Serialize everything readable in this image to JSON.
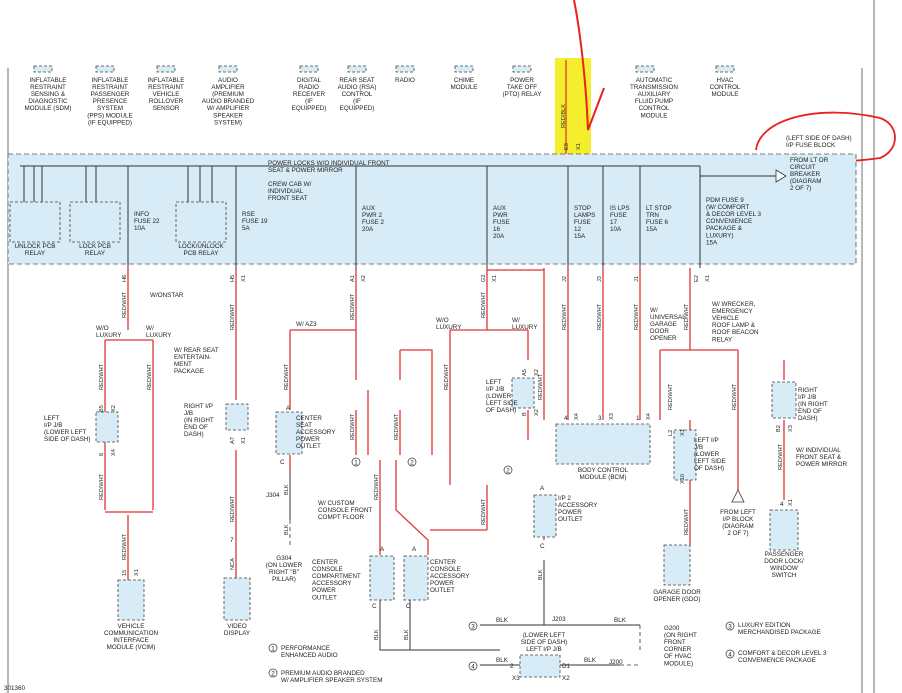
{
  "top_modules": [
    "INFLATABLE\nRESTRAINT\nSENSING &\nDIAGNOSTIC\nMODULE (SDM)",
    "INFLATABLE\nRESTRAINT\nPASSENGER\nPRESENCE\nSYSTEM\n(PPS) MODULE\n(IF EQUIPPED)",
    "INFLATABLE\nRESTRAINT\nVEHICLE\nROLLOVER\nSENSOR",
    "AUDIO\nAMPLIFIER\n(PREMIUM\nAUDIO BRANDED\nW/ AMPLIFIER\nSPEAKER\nSYSTEM)",
    "DIGITAL\nRADIO\nRECEIVER\n(IF\nEQUIPPED)",
    "REAR SEAT\nAUDIO (RSA)\nCONTROL\n(IF\nEQUIPPED)",
    "RADIO",
    "CHIME\nMODULE",
    "POWER\nTAKE OFF\n(PTO) RELAY",
    "AUTOMATIC\nTRANSMISSION\nAUXILIARY\nFLUID PUMP\nCONTROL\nMODULE",
    "HVAC\nCONTROL\nMODULE"
  ],
  "fuse_block_note": "(LEFT SIDE OF DASH)\nI/P FUSE BLOCK",
  "top_feed": {
    "wire": "RED/BLK",
    "pin": "X1",
    "cavity": "E3"
  },
  "bus_labels": {
    "power_locks": "POWER LOCKS W/O INDIVIDUAL FRONT\nSEAT & POWER MIRROR",
    "crew_cab": "CREW CAB W/\nINDIVIDUAL\nFRONT SEAT",
    "circuit_breaker": "FROM LT OR\nCIRCUIT\nBREAKER\n(DIAGRAM\n2 OF 7)"
  },
  "relays": [
    "UNLOCK PCB\nRELAY",
    "LOCK PCB\nRELAY",
    "LOCK/UNLOCK\nPCB RELAY"
  ],
  "fuses": [
    "INFO\nFUSE 22\n10A",
    "RSE\nFUSE 19\n5A",
    "AUX\nPWR 2\nFUSE 2\n20A",
    "AUX\nPWR\nFUSE\n16\n20A",
    "STOP\nLAMPS\nFUSE\n12\n15A",
    "IS LPS\nFUSE\n17\n10A",
    "LT STOP\nTRN\nFUSE 6\n15A",
    "PDM FUSE 9\n(W/ COMFORT\n& DECOR LEVEL 3\nCONVENIENCE\nPACKAGE &\nLUXURY)\n15A"
  ],
  "connector_ids": {
    "info": "H6",
    "rse": "H5",
    "aux2": "A1",
    "aux": "G2",
    "stop": "J2",
    "islps": "J3",
    "ltstop": "J1",
    "pdm": "E2",
    "x": "X1",
    "x3": "X3",
    "x4": "X4",
    "x2": "X2",
    "b5": "B5",
    "a5": "A5",
    "a7": "A7",
    "b2": "B2",
    "l2": "L2",
    "x10": "X10",
    "d1": "D1",
    "n6": "6",
    "n4": "4",
    "n3": "3",
    "n1": "1",
    "n7": "7",
    "n15": "15",
    "n2": "2",
    "a": "A",
    "b": "B",
    "c": "C",
    "nca": "NCA"
  },
  "wire_colors": {
    "red_wht": "RED/WHT",
    "blk": "BLK"
  },
  "wire_notes": {
    "onstar": "W/ONSTAR",
    "wo_luxury": "W/O\nLUXURY",
    "w_luxury": "W/\nLUXURY",
    "rear_seat_ent": "W/ REAR SEAT\nENTERTAIN-\nMENT\nPACKAGE",
    "az3": "W/ AZ3",
    "custom_console": "W/ CUSTOM\nCONSOLE FRONT\nCOMPT FLOOR",
    "universal_garage": "W/\nUNIVERSAL\nGARAGE\nDOOR\nOPENER",
    "wrecker": "W/ WRECKER,\nEMERGENCY\nVEHICLE\nROOF LAMP &\nROOF BEACON\nRELAY",
    "indiv_front_seat": "W/ INDIVIDUAL\nFRONT SEAT &\nPOWER MIRROR"
  },
  "components": {
    "left_jb": "LEFT\nI/P J/B\n(LOWER LEFT\nSIDE OF DASH)",
    "right_jb": "RIGHT I/P\nJ/B\n(IN RIGHT\nEND OF\nDASH)",
    "center_seat": "CENTER\nSEAT\nACCESSORY\nPOWER\nOUTLET",
    "left_jb_mid": "LEFT\nI/P J/B\n(LOWER\nLEFT SIDE\nOF DASH)",
    "bcm": "BODY CONTROL\nMODULE (BCM)",
    "left_jb_right": "LEFT I/P\nJ/B\n(LOWER\nLEFT SIDE\nOF DASH)",
    "right_jb_far": "RIGHT\nI/P J/B\n(IN RIGHT\nEND OF\nDASH)",
    "from_left_block": "FROM LEFT\nI/P BLOCK\n(DIAGRAM\n2 OF 7)",
    "ip2_outlet": "I/P 2\nACCESSORY\nPOWER\nOUTLET",
    "pass_door": "PASSENGER\nDOOR LOCK/\nWINDOW\nSWITCH",
    "vcim": "VEHICLE\nCOMMUNICATION\nINTERFACE\nMODULE (VCIM)",
    "video": "VIDEO\nDISPLAY",
    "j304": "J304",
    "g304": "G304\n(ON LOWER\nRIGHT \"B\"\nPILLAR)",
    "console_a": "CENTER\nCONSOLE\nCOMPARTMENT\nACCESSORY\nPOWER\nOUTLET",
    "console_b": "CENTER\nCONSOLE\nACCESSORY\nPOWER\nOUTLET",
    "garage": "GARAGE DOOR\nOPENER (GDO)",
    "j203": "J203",
    "g200": "G200\n(ON RIGHT\nFRONT\nCORNER\nOF HVAC\nMODULE)",
    "j200": "J200",
    "lower_jb": "(LOWER LEFT\nSIDE OF DASH)\nLEFT I/P J/B"
  },
  "legend": [
    {
      "num": "1",
      "text": "PERFORMANCE\nENHANCED AUDIO"
    },
    {
      "num": "2",
      "text": "PREMIUM AUDIO BRANDED\nW/ AMPLIFIER SPEAKER SYSTEM"
    },
    {
      "num": "3",
      "text": "LUXURY EDITION\nMERCHANDISED PACKAGE"
    },
    {
      "num": "4",
      "text": "COMFORT & DECOR LEVEL 3\nCONVENIENCE PACKAGE"
    }
  ],
  "figure_number": "301360",
  "colors": {
    "wire": "#e03535",
    "box_fill": "#d7ecf7",
    "highlight": "#f4ee2c",
    "annotation": "#e82020"
  }
}
